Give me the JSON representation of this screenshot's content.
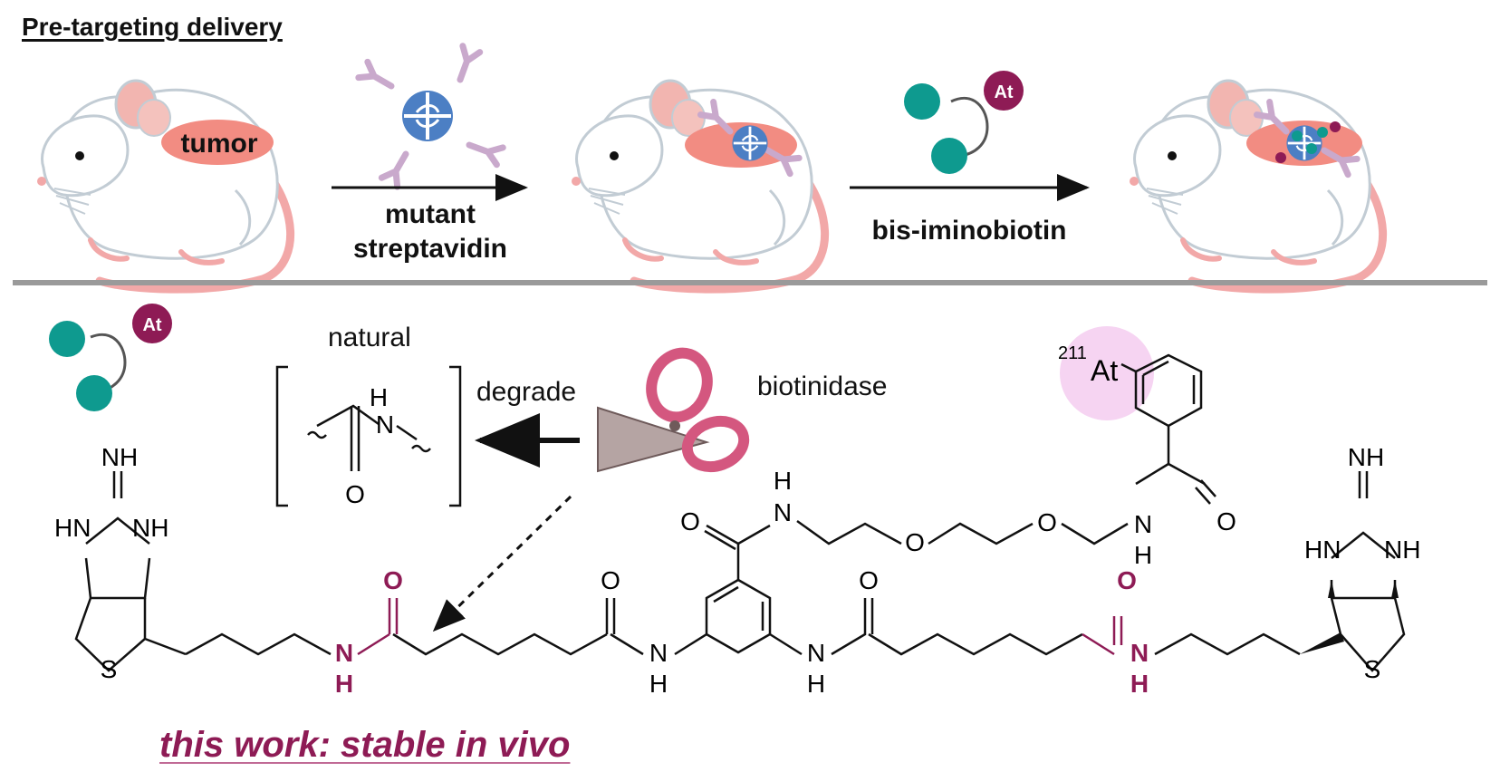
{
  "header": {
    "title": "Pre-targeting delivery"
  },
  "step1": {
    "tumor_label": "tumor",
    "arrow_label_line1": "mutant",
    "arrow_label_line2": "streptavidin"
  },
  "step2": {
    "arrow_label": "bis-iminobiotin"
  },
  "legend": {
    "astatine_label": "At"
  },
  "mechanism": {
    "natural_label": "natural",
    "degrade_label": "degrade",
    "enzyme_label": "biotinidase",
    "amide_n": "N",
    "amide_h": "H",
    "amide_o": "O"
  },
  "molecule": {
    "isotope_mass": "211",
    "isotope_symbol": "At",
    "nh_imine": "NH",
    "hn": "HN",
    "nh": "NH",
    "s": "S",
    "o": "O",
    "n": "N",
    "h": "H"
  },
  "footer": {
    "caption": "this work: stable in vivo"
  },
  "colors": {
    "teal": "#0e9a8f",
    "astatine": "#8e1b55",
    "tumor": "#f28c82",
    "streptavidin": "#4c7fc4",
    "highlight": "#f6d4f2"
  }
}
